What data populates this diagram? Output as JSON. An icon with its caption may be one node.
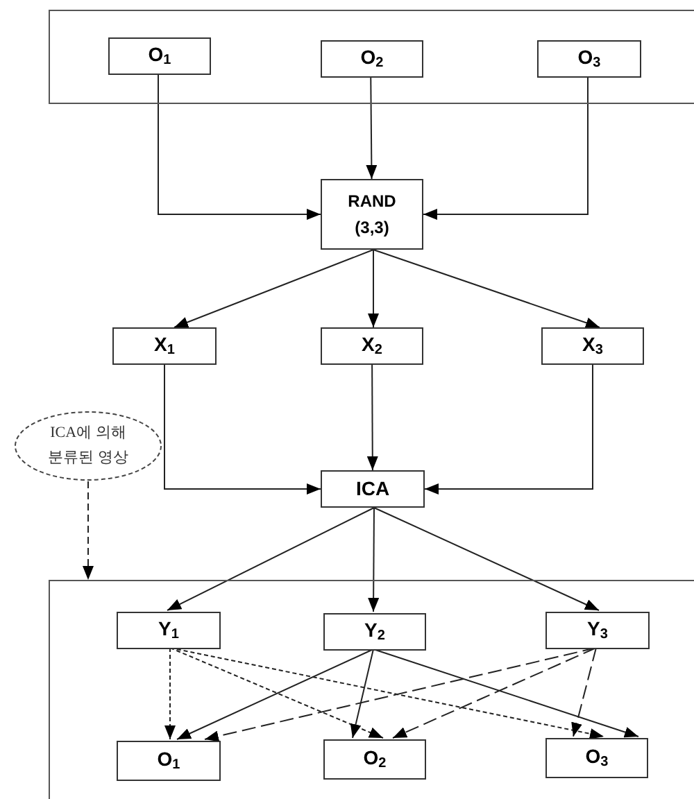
{
  "diagram": {
    "nodes": [
      {
        "text": [],
        "shape": "box"
      },
      {
        "text": [
          "O$_{1}$"
        ],
        "in": 0
      },
      {
        "text": [
          "O$_{2}$"
        ],
        "in": 0
      },
      {
        "text": [
          "O$_{3}$"
        ],
        "in": 0
      },
      {
        "text": [
          "RAND",
          "(3,3)"
        ]
      },
      {
        "text": [
          "X$_{1}$"
        ]
      },
      {
        "text": [
          "X$_{2}$"
        ]
      },
      {
        "text": [
          "X$_{3}$"
        ]
      },
      {
        "text": [
          "ICA에 의해 분류된 영상"
        ]
      },
      {
        "text": [
          "ICA"
        ]
      },
      {
        "text": [],
        "shape": "box"
      },
      {
        "text": [
          "Y$_{1}$"
        ],
        "in": 10
      },
      {
        "text": [
          "Y$_{2}$"
        ],
        "in": 10
      },
      {
        "text": [
          "Y$_{3}$"
        ],
        "in": 10
      },
      {
        "text": [
          "O$_{1}$"
        ],
        "in": 10
      },
      {
        "text": [
          "O$_{2}$"
        ],
        "in": 10
      },
      {
        "text": [
          "O$_{3}$"
        ],
        "in": 10
      }
    ],
    "edges": [
      {
        "from": 1,
        "to": 4,
        "arrow": "to"
      },
      {
        "from": 2,
        "to": 4,
        "arrow": "to"
      },
      {
        "from": 3,
        "to": 4,
        "arrow": "to"
      },
      {
        "from": 4,
        "to": 5,
        "arrow": "to"
      },
      {
        "from": 4,
        "to": 6,
        "arrow": "to"
      },
      {
        "from": 4,
        "to": 7,
        "arrow": "to"
      },
      {
        "from": 5,
        "to": 9,
        "arrow": "to"
      },
      {
        "from": 6,
        "to": 9,
        "arrow": "to"
      },
      {
        "from": 7,
        "to": 9,
        "arrow": "to"
      },
      {
        "from": 8,
        "to": 10,
        "arrow": "to",
        "style": "dashed"
      },
      {
        "from": 9,
        "to": 11,
        "arrow": "to"
      },
      {
        "from": 9,
        "to": 12,
        "arrow": "to"
      },
      {
        "from": 9,
        "to": 13,
        "arrow": "to"
      },
      {
        "from": 11,
        "to": 14,
        "arrow": "to",
        "style": "dashed"
      },
      {
        "from": 11,
        "to": 15,
        "arrow": "to",
        "style": "dashed"
      },
      {
        "from": 11,
        "to": 16,
        "arrow": "to",
        "style": "dashed"
      },
      {
        "from": 12,
        "to": 14,
        "arrow": "to"
      },
      {
        "from": 12,
        "to": 15,
        "arrow": "to"
      },
      {
        "from": 12,
        "to": 16,
        "arrow": "to"
      },
      {
        "from": 13,
        "to": 14,
        "arrow": "to",
        "style": "dashed"
      },
      {
        "from": 13,
        "to": 15,
        "arrow": "to",
        "style": "dashed"
      },
      {
        "from": 13,
        "to": 16,
        "arrow": "to",
        "style": "dashed"
      }
    ]
  }
}
